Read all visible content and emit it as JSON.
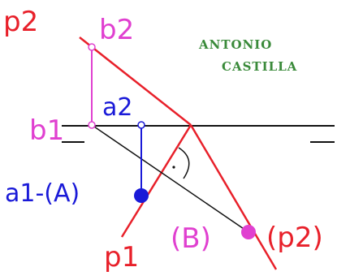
{
  "labels": {
    "p2_top": "p2",
    "b2": "b2",
    "b1": "b1",
    "a2": "a2",
    "a1_A": "a1-(A)",
    "p1": "p1",
    "B": "(B)",
    "p2_paren": "(p2)"
  },
  "credit": {
    "line1": "ANTONIO",
    "line2": "CASTILLA"
  },
  "colors": {
    "red": "#e8202a",
    "magenta": "#e040d0",
    "blue": "#1a1ad8",
    "black": "#111111",
    "green": "#3a8a3a"
  }
}
